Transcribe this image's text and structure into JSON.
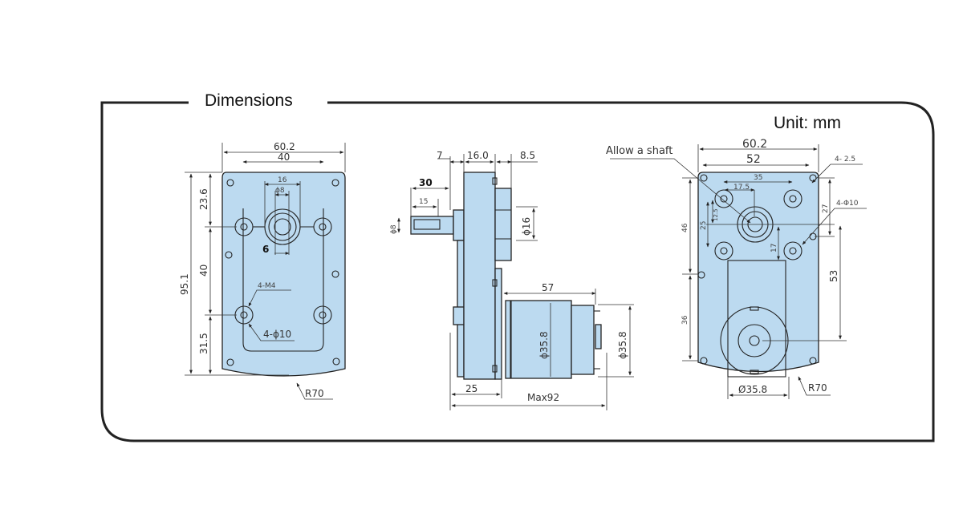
{
  "title": "Dimensions",
  "unit": "Unit: mm",
  "front_view": {
    "width_overall": "60.2",
    "hole_spacing": "40",
    "boss_dia": "16",
    "shaft_dia": "ϕ8",
    "flat": "6",
    "top_offset": "23.6",
    "mid_spacing": "40",
    "overall_height": "95.1",
    "bottom_offset": "31.5",
    "thread": "4-M4",
    "counterbore": "4-ϕ10",
    "radius": "R70"
  },
  "side_view": {
    "shaft_gap": "7",
    "plate": "16.0",
    "boss": "8.5",
    "shaft_len": "30",
    "flat_len": "15",
    "shaft_dia": "ϕ8",
    "boss_dia": "ϕ16",
    "motor_len": "57",
    "motor_dia": "ϕ35.8",
    "motor_dia2": "ϕ35.8",
    "gear_depth": "25",
    "max_len": "Max92"
  },
  "rear_view": {
    "note": "Allow a shaft",
    "width_overall": "60.2",
    "width_inner": "52",
    "spacing_35": "35",
    "offset_17_5": "17.5",
    "offset_12_5": "12.5",
    "dist_25": "25",
    "dist_17": "17",
    "height_46": "46",
    "height_36": "36",
    "height_27": "27",
    "height_53": "53",
    "screw": "4-  2.5",
    "holes": "4-Φ10",
    "motor_dia": "Ø35.8",
    "radius": "R70"
  }
}
